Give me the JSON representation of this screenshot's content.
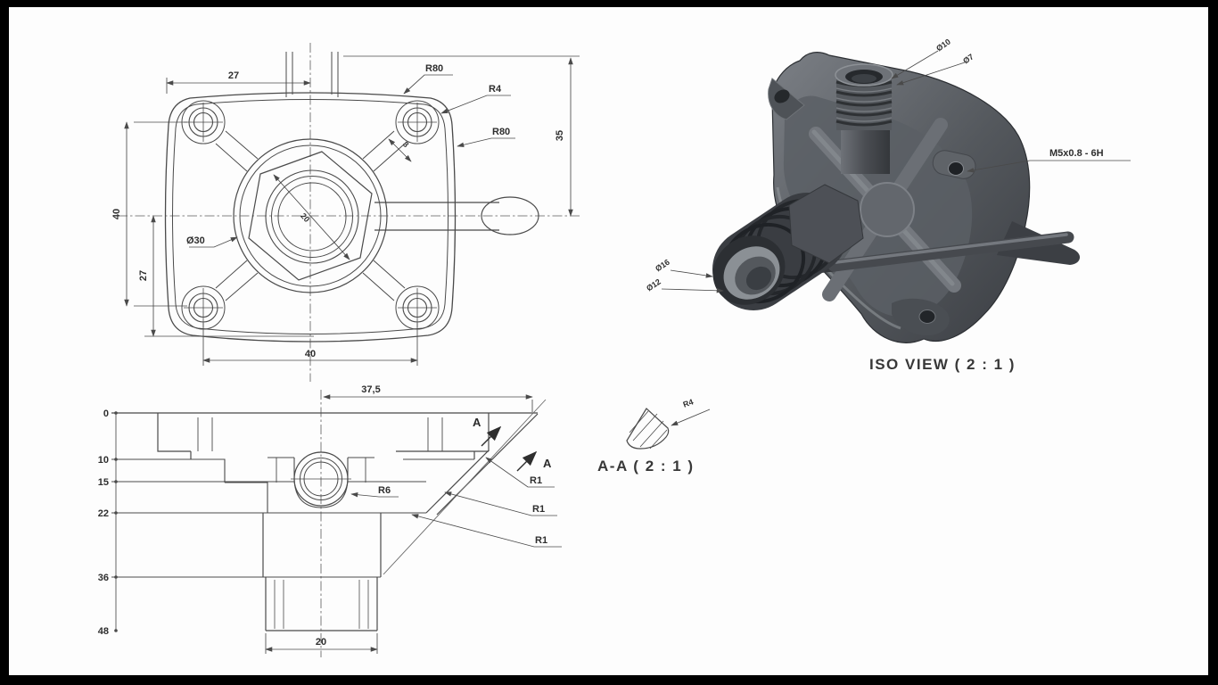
{
  "colors": {
    "frame": "#000000",
    "paper": "#ffffff",
    "line": "#4a4a4a",
    "text": "#2e2e2e",
    "iso_dark": "#3c3f44",
    "iso_mid": "#5d6167",
    "iso_light": "#8d9196"
  },
  "top_view": {
    "dim_width_top": "27",
    "dim_height_right": "35",
    "dim_height_left": "40",
    "dim_height_inner": "27",
    "dim_width_bottom": "40",
    "label_bore": "Ø30",
    "label_hex_dim": "20",
    "label_rib_width": "8",
    "label_r80_top": "R80",
    "label_r4": "R4",
    "label_r80_side": "R80"
  },
  "front_view": {
    "dim_width_top": "37,5",
    "dim_width_bottom": "20",
    "label_r6": "R6",
    "label_r1_1": "R1",
    "label_r1_2": "R1",
    "label_r1_3": "R1",
    "section_label_1": "A",
    "section_label_2": "A",
    "ordinates": [
      "0",
      "10",
      "15",
      "22",
      "36",
      "48"
    ]
  },
  "iso_view": {
    "title": "ISO VIEW ( 2 : 1 )",
    "label_d10": "Ø10",
    "label_d7": "Ø7",
    "label_thread": "M5x0.8 - 6H",
    "label_d16": "Ø16",
    "label_d12": "Ø12"
  },
  "section_detail": {
    "title": "A-A ( 2 : 1 )",
    "label_r4": "R4"
  }
}
